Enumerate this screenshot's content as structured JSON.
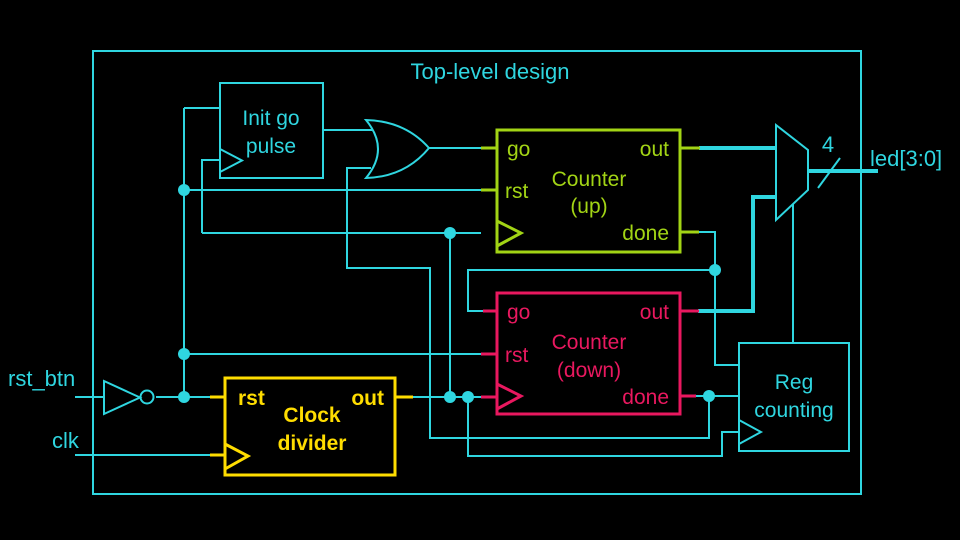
{
  "colors": {
    "background": "#000000",
    "cyan": "#2fd6e0",
    "green": "#a2d415",
    "pink": "#e9185f",
    "yellow": "#ffdd00"
  },
  "title": "Top-level design",
  "io": {
    "rst_btn_label": "rst_btn",
    "clk_label": "clk",
    "led_label": "led[3:0]",
    "bus_width": "4"
  },
  "blocks": {
    "init": {
      "line1": "Init go",
      "line2": "pulse"
    },
    "counter_up": {
      "name1": "Counter",
      "name2": "(up)",
      "ports": {
        "go": "go",
        "rst": "rst",
        "out": "out",
        "done": "done"
      }
    },
    "counter_down": {
      "name1": "Counter",
      "name2": "(down)",
      "ports": {
        "go": "go",
        "rst": "rst",
        "out": "out",
        "done": "done"
      }
    },
    "clock_divider": {
      "name1": "Clock",
      "name2": "divider",
      "ports": {
        "rst": "rst",
        "out": "out"
      }
    },
    "reg_counting": {
      "line1": "Reg",
      "line2": "counting"
    }
  }
}
